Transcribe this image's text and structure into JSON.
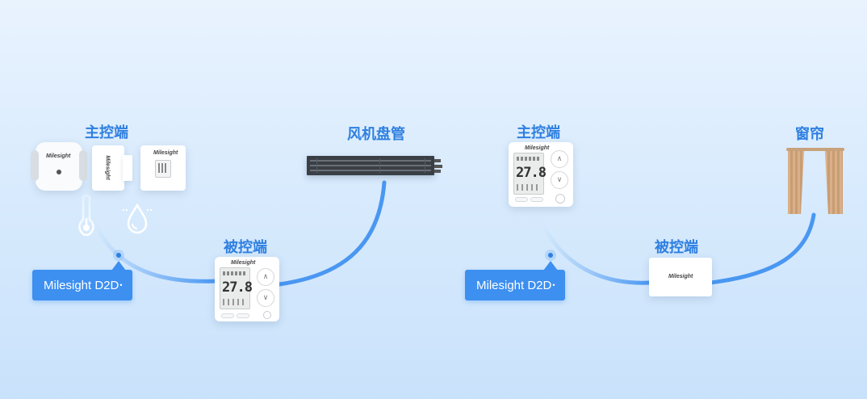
{
  "labels": {
    "master_left": "主控端",
    "fan_coil": "风机盘管",
    "slave_left": "被控端",
    "master_right": "主控端",
    "curtain": "窗帘",
    "slave_right": "被控端"
  },
  "badges": {
    "left": "Milesight D2D",
    "right": "Milesight D2D"
  },
  "brand": "Milesight",
  "thermostat": {
    "temperature": "27.8",
    "unit": "%"
  },
  "colors": {
    "accent": "#2e7fe0",
    "badge": "#3d8ff0",
    "link": "#4a97f2"
  },
  "icons": [
    "thermometer-icon",
    "water-drop-icon",
    "chevron-up-icon",
    "chevron-down-icon",
    "power-icon"
  ]
}
